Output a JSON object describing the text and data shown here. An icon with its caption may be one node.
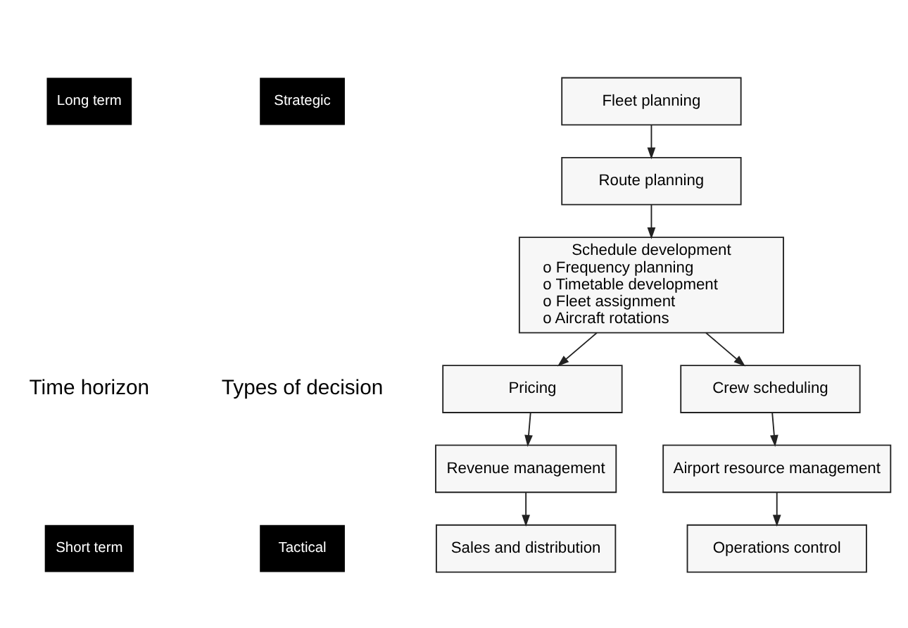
{
  "diagram": {
    "nodes": [
      {
        "text": [
          "Fleet planning"
        ]
      },
      {
        "text": [
          "Route planning"
        ]
      },
      {
        "text": [
          "Schedule development",
          "o Frequency planning",
          "o Timetable development",
          "o Fleet assignment",
          "o Aircraft rotations"
        ]
      },
      {
        "text": [
          "Pricing"
        ]
      },
      {
        "text": [
          "Crew scheduling"
        ]
      },
      {
        "text": [
          "Revenue management"
        ]
      },
      {
        "text": [
          "Airport resource management"
        ]
      },
      {
        "text": [
          "Sales and distribution"
        ]
      },
      {
        "text": [
          "Operations control"
        ]
      }
    ],
    "edges": [
      {
        "from": 0,
        "to": 1,
        "arrow": "to"
      },
      {
        "from": 1,
        "to": 2,
        "arrow": "to"
      },
      {
        "from": 2,
        "to": 3,
        "arrow": "to"
      },
      {
        "from": 2,
        "to": 4,
        "arrow": "to"
      },
      {
        "from": 3,
        "to": 5,
        "arrow": "to"
      },
      {
        "from": 5,
        "to": 7,
        "arrow": "to"
      },
      {
        "from": 4,
        "to": 6,
        "arrow": "to"
      },
      {
        "from": 6,
        "to": 8,
        "arrow": "to"
      }
    ],
    "labels": [
      "Long term",
      "Short term",
      "Time horizon",
      "Strategic",
      "Tactical",
      "Types of decision"
    ]
  }
}
